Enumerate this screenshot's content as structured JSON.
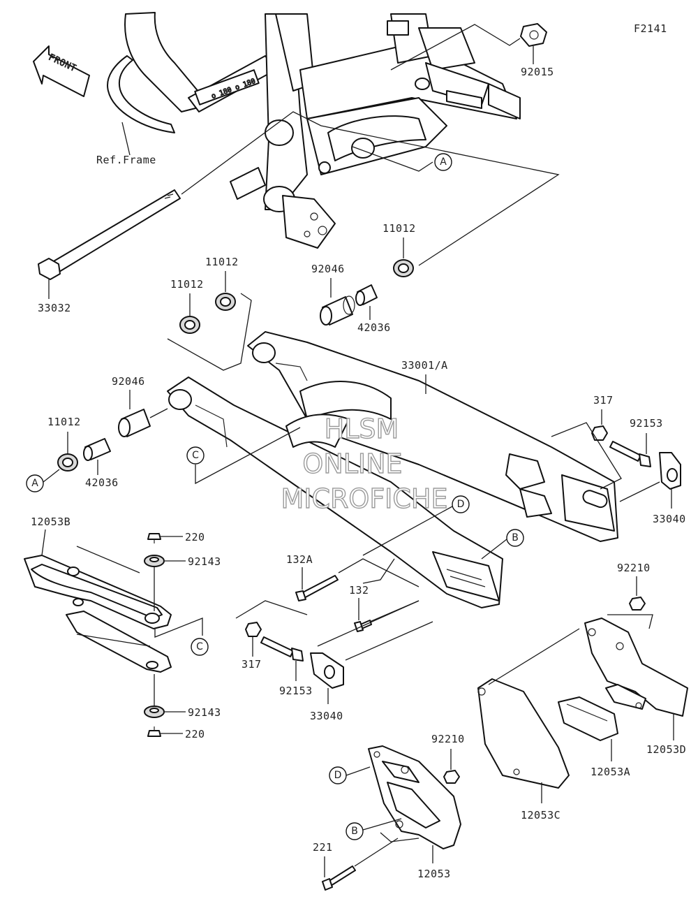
{
  "diagram": {
    "figure_code": "F2141",
    "front_label": "FRONT",
    "frame_ref": "Ref.Frame",
    "watermark": [
      "HLSM",
      "ONLINE",
      "MICROFICHE"
    ],
    "part_labels": {
      "p92015": "92015",
      "p33032": "33032",
      "p11012_a": "11012",
      "p11012_b": "11012",
      "p11012_c": "11012",
      "p11012_d": "11012",
      "p92046_a": "92046",
      "p92046_b": "92046",
      "p42036_a": "42036",
      "p42036_b": "42036",
      "p33001": "33001/A",
      "p317_a": "317",
      "p317_b": "317",
      "p92153_a": "92153",
      "p92153_b": "92153",
      "p33040_a": "33040",
      "p33040_b": "33040",
      "p12053B": "12053B",
      "p220_a": "220",
      "p220_b": "220",
      "p92143_a": "92143",
      "p92143_b": "92143",
      "p132A": "132A",
      "p132": "132",
      "p92210_a": "92210",
      "p92210_b": "92210",
      "p12053D": "12053D",
      "p12053A": "12053A",
      "p12053C": "12053C",
      "p221": "221",
      "p12053": "12053"
    },
    "callouts": {
      "A1": "A",
      "A2": "A",
      "B1": "B",
      "B2": "B",
      "C1": "C",
      "C2": "C",
      "D1": "D",
      "D2": "D"
    }
  }
}
